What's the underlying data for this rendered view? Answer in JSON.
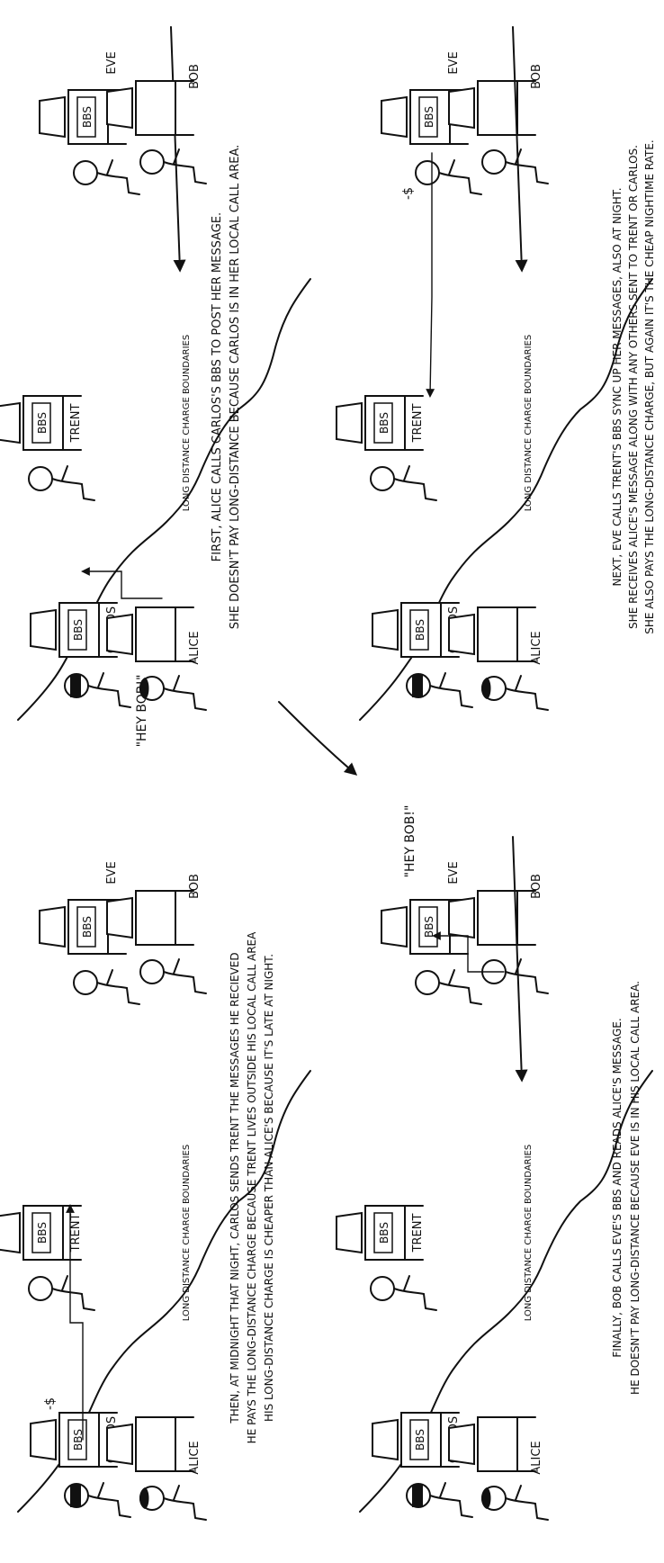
{
  "labels": {
    "bbs": "BBS",
    "carlos": "CARLOS",
    "alice": "ALICE",
    "trent": "TRENT",
    "eve": "EVE",
    "bob": "BOB",
    "boundary": "LONG DISTANCE CHARGE BOUNDARIES",
    "hey_bob": "\"HEY BOB!\"",
    "money": "-$"
  },
  "panels": [
    {
      "id": "p1",
      "caption": [
        "FIRST, ALICE CALLS CARLOS'S BBS TO POST HER MESSAGE.",
        "SHE DOESN'T PAY LONG-DISTANCE BECAUSE CARLOS IS IN HER LOCAL CALL AREA."
      ]
    },
    {
      "id": "p2",
      "caption": [
        "THEN, AT MIDNIGHT THAT NIGHT, CARLOS SENDS TRENT THE MESSAGES HE RECIEVED",
        "HE PAYS THE LONG-DISTANCE CHARGE BECAUSE TRENT LIVES OUTSIDE HIS LOCAL CALL AREA",
        "HIS LONG-DISTANCE CHARGE IS CHEAPER THAN ALICE'S BECAUSE IT'S LATE AT NIGHT."
      ]
    },
    {
      "id": "p3",
      "caption": [
        "NEXT, EVE CALLS TRENT'S BBS SYNC UP HER MESSAGES, ALSO AT NIGHT.",
        "SHE RECEIVES ALICE'S MESSAGE ALONG WITH ANY OTHERS SENT TO TRENT OR CARLOS.",
        "SHE ALSO PAYS THE LONG-DISTANCE CHARGE, BUT AGAIN IT'S THE CHEAP NIGHTIME RATE."
      ]
    },
    {
      "id": "p4",
      "caption": [
        "FINALLY, BOB CALLS EVE'S BBS AND READS ALICE'S MESSAGE.",
        "HE DOESN'T PAY LONG-DISTANCE BECAUSE EVE IS IN HIS LOCAL CALL AREA."
      ]
    }
  ]
}
